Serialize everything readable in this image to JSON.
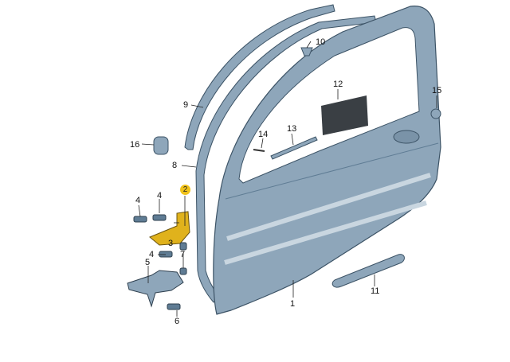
{
  "diagram": {
    "colors": {
      "door": "#8ea6ba",
      "door_dark": "#5f7c94",
      "hinge": "#e0b21c",
      "highlight": "#f0c21a"
    },
    "callouts": [
      {
        "id": "c1",
        "text": "1"
      },
      {
        "id": "c2",
        "text": "2"
      },
      {
        "id": "c3",
        "text": "3"
      },
      {
        "id": "c4a",
        "text": "4"
      },
      {
        "id": "c4b",
        "text": "4"
      },
      {
        "id": "c4c",
        "text": "4"
      },
      {
        "id": "c5",
        "text": "5"
      },
      {
        "id": "c6",
        "text": "6"
      },
      {
        "id": "c7",
        "text": "7"
      },
      {
        "id": "c8",
        "text": "8"
      },
      {
        "id": "c9",
        "text": "9"
      },
      {
        "id": "c10",
        "text": "10"
      },
      {
        "id": "c11",
        "text": "11"
      },
      {
        "id": "c12",
        "text": "12"
      },
      {
        "id": "c13",
        "text": "13"
      },
      {
        "id": "c14",
        "text": "14"
      },
      {
        "id": "c15",
        "text": "15"
      },
      {
        "id": "c16",
        "text": "16"
      }
    ]
  }
}
